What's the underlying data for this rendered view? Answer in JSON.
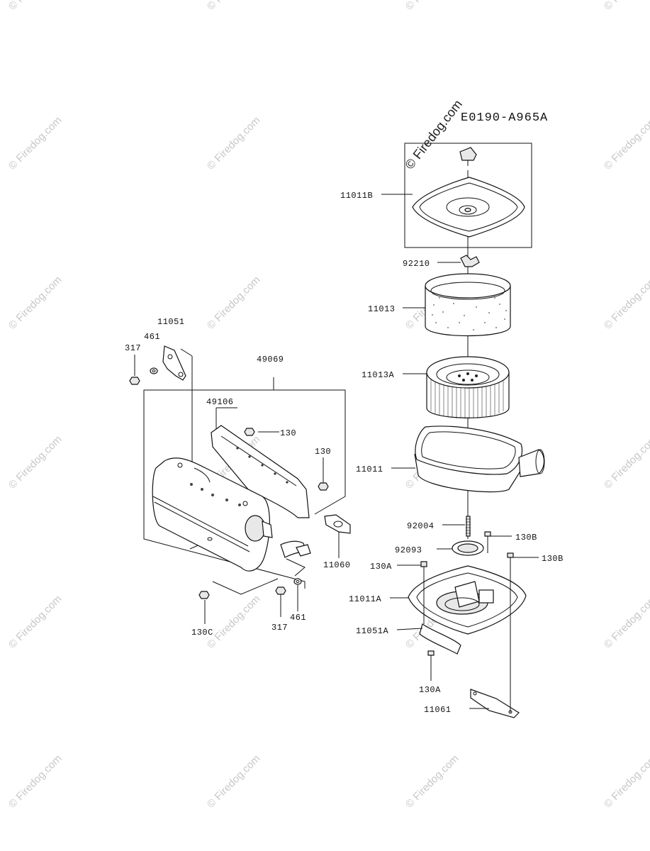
{
  "diagram_code": "E0190-A965A",
  "watermark": "© Firedog.com",
  "callouts": {
    "c11011B": "11011B",
    "c92210": "92210",
    "c11013": "11013",
    "c11013A": "11013A",
    "c11011": "11011",
    "c92004": "92004",
    "c130B_1": "130B",
    "c92093": "92093",
    "c130B_2": "130B",
    "c130A_1": "130A",
    "c11011A": "11011A",
    "c11051A": "11051A",
    "c130A_2": "130A",
    "c11061": "11061",
    "c11051": "11051",
    "c461_1": "461",
    "c317_1": "317",
    "c49069": "49069",
    "c49106": "49106",
    "c130_1": "130",
    "c130_2": "130",
    "c11060": "11060",
    "c130C": "130C",
    "c317_2": "317",
    "c461_2": "461"
  }
}
